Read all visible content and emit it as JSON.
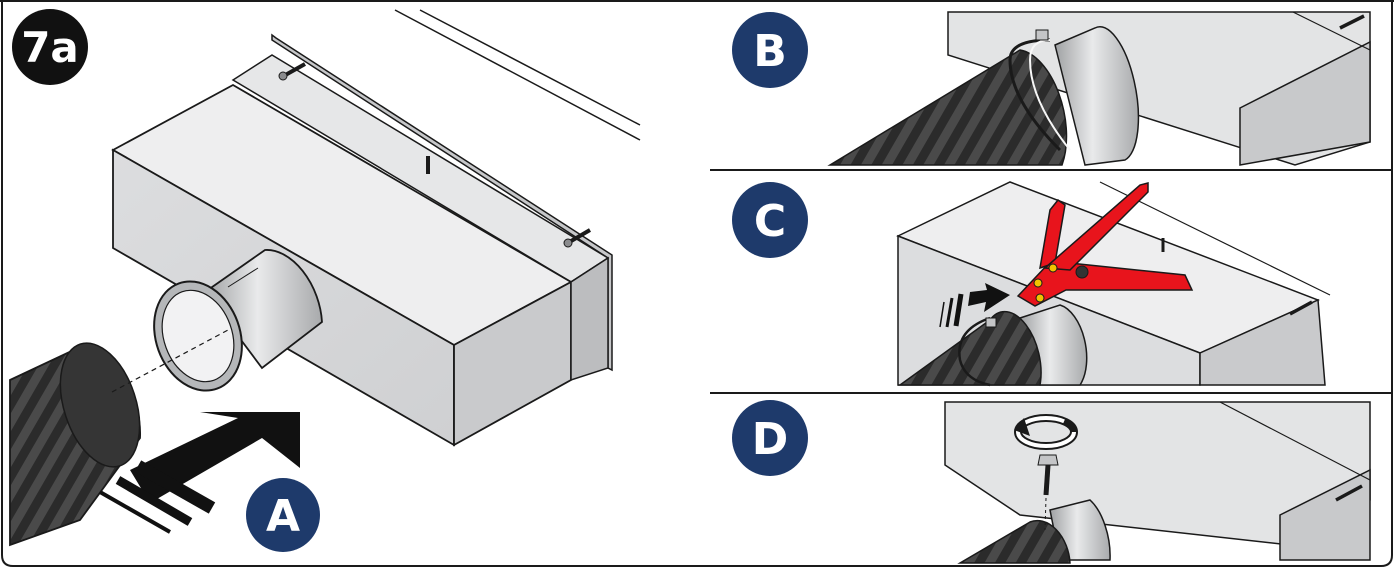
{
  "figure": {
    "id_label": "7a"
  },
  "steps": {
    "a": {
      "label": "A"
    },
    "b": {
      "label": "B"
    },
    "c": {
      "label": "C"
    },
    "d": {
      "label": "D"
    }
  },
  "colors": {
    "badge_navy": "#1e3a6b",
    "id_badge_black": "#111111",
    "duct_hose": "#2b2b2b",
    "housing_grey": "#d8d9da",
    "tool_red": "#e8141c",
    "outline": "#1a1a1a"
  },
  "icons": [
    "arrow-icon",
    "rotate-arrow-icon",
    "screw-icon",
    "cable-tie-icon",
    "cable-tie-tool-icon"
  ]
}
